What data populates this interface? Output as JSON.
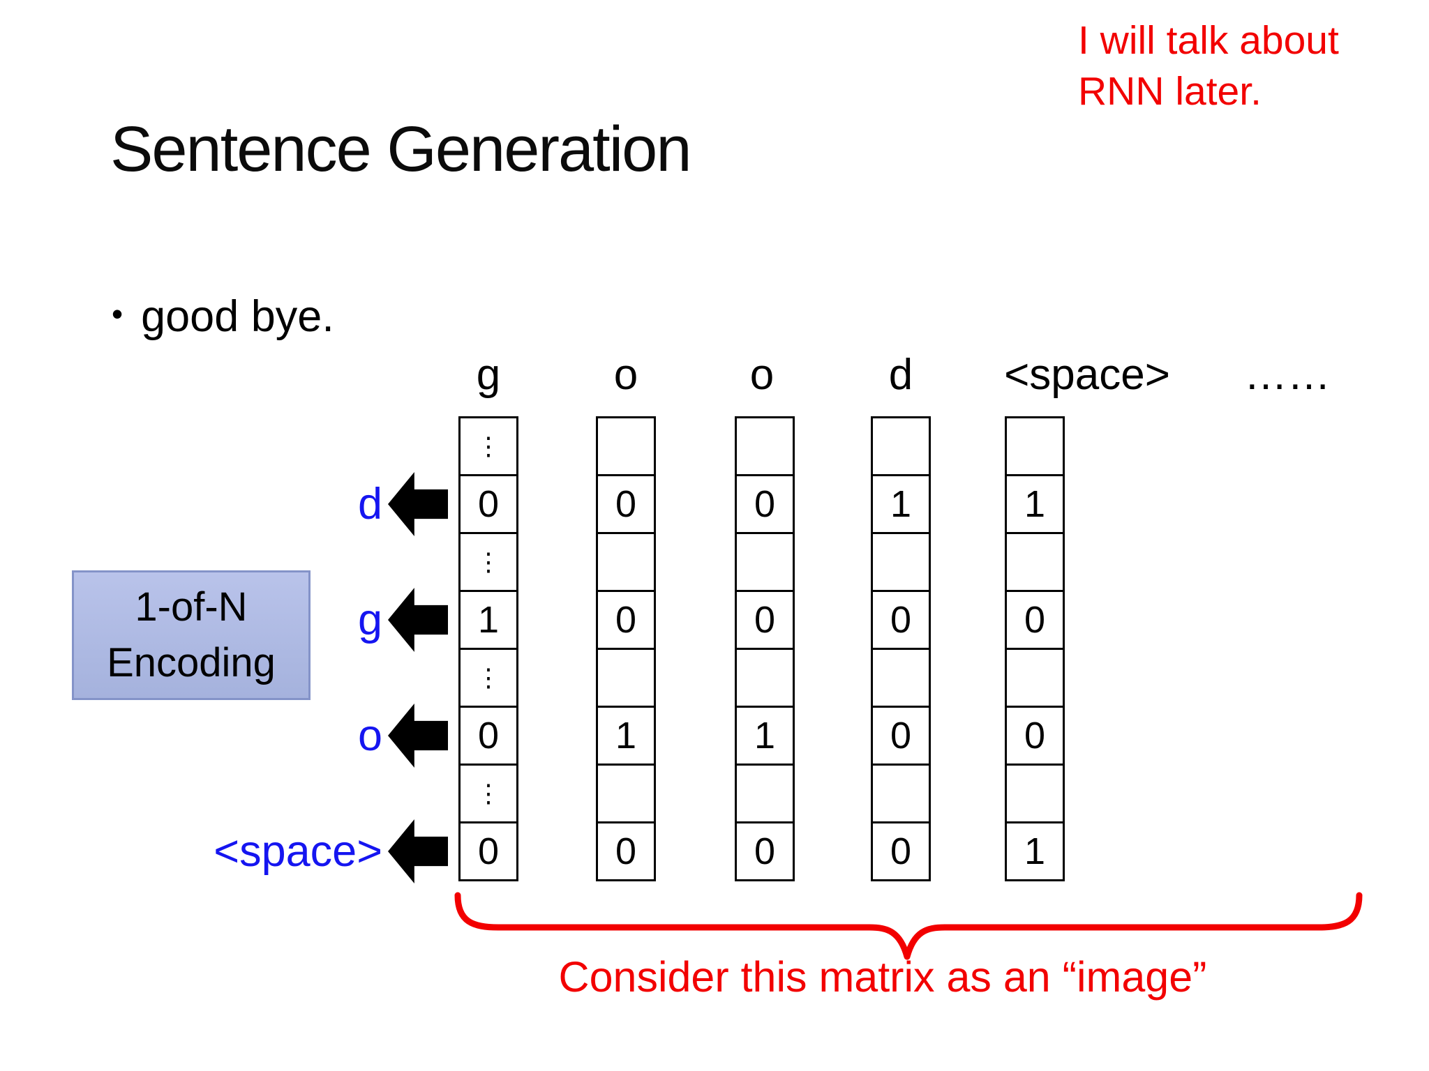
{
  "slide": {
    "title": "Sentence Generation",
    "note_line1": "I will talk about",
    "note_line2": "RNN later.",
    "bullet_char": "•",
    "bullet_text": "good bye."
  },
  "encoding_box": {
    "line1": "1-of-N",
    "line2": "Encoding"
  },
  "matrix": {
    "headers": [
      "g",
      "o",
      "o",
      "d",
      "<space>",
      "……"
    ],
    "row_labels": [
      "d",
      "g",
      "o",
      "<space>"
    ],
    "ellipsis_char": "⋮",
    "rows": [
      [
        "⋮",
        "",
        "",
        "",
        ""
      ],
      [
        "0",
        "0",
        "0",
        "1",
        "1"
      ],
      [
        "⋮",
        "",
        "",
        "",
        ""
      ],
      [
        "1",
        "0",
        "0",
        "0",
        "0"
      ],
      [
        "⋮",
        "",
        "",
        "",
        ""
      ],
      [
        "0",
        "1",
        "1",
        "0",
        "0"
      ],
      [
        "⋮",
        "",
        "",
        "",
        ""
      ],
      [
        "0",
        "0",
        "0",
        "0",
        "1"
      ]
    ]
  },
  "caption": "Consider this matrix as an “image”",
  "colors": {
    "accent_red": "#f20000",
    "label_blue": "#1515f0",
    "box_background": "#aebbe4",
    "box_border": "#8493c8"
  }
}
